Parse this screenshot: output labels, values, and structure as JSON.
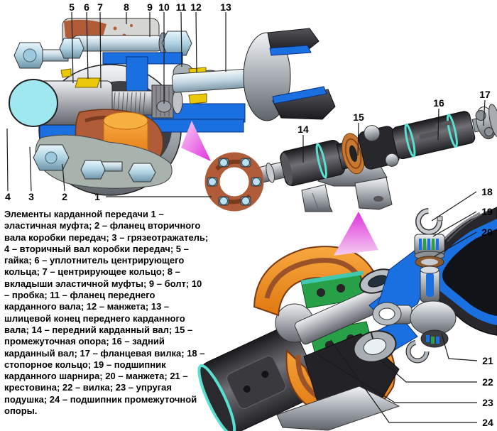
{
  "figure_caption": {
    "text": "Элементы карданной передачи 1 – эластичная муфта; 2 – фланец вторичного вала коробки передач; 3 – грязеотражатель; 4 – вторичный вал коробки передач; 5 – гайка; 6 – уплотнитель центрирующего кольца; 7 – центрирующее кольцо; 8 – вкладыши эластичной муфты; 9 – болт; 10 – пробка; 11 – фланец переднего карданного вала; 12 – манжета; 13 – шлицевой конец переднего карданного вала; 14 – передний карданный вал; 15 – промежуточная опора; 16 – задний карданный вал; 17 – фланцевая вилка; 18 – стопорное кольцо; 19 – подшипник карданного шарнира; 20 – манжета; 21 – крестовина; 22 – вилка; 23 – упругая подушка; 24 – подшипник промежуточной опоры."
  },
  "callouts": [
    {
      "n": "1"
    },
    {
      "n": "2"
    },
    {
      "n": "3"
    },
    {
      "n": "4"
    },
    {
      "n": "5"
    },
    {
      "n": "6"
    },
    {
      "n": "7"
    },
    {
      "n": "8"
    },
    {
      "n": "9"
    },
    {
      "n": "10"
    },
    {
      "n": "11"
    },
    {
      "n": "12"
    },
    {
      "n": "13"
    },
    {
      "n": "14"
    },
    {
      "n": "15"
    },
    {
      "n": "16"
    },
    {
      "n": "17"
    },
    {
      "n": "18"
    },
    {
      "n": "19"
    },
    {
      "n": "20"
    },
    {
      "n": "21"
    },
    {
      "n": "22"
    },
    {
      "n": "23"
    },
    {
      "n": "24"
    }
  ],
  "legend_parts": [
    {
      "num": "1",
      "label": "эластичная муфта"
    },
    {
      "num": "2",
      "label": "фланец вторичного вала коробки передач"
    },
    {
      "num": "3",
      "label": "грязеотражатель"
    },
    {
      "num": "4",
      "label": "вторичный вал коробки передач"
    },
    {
      "num": "5",
      "label": "гайка"
    },
    {
      "num": "6",
      "label": "уплотнитель центрирующего кольца"
    },
    {
      "num": "7",
      "label": "центрирующее кольцо"
    },
    {
      "num": "8",
      "label": "вкладыши эластичной муфты"
    },
    {
      "num": "9",
      "label": "болт"
    },
    {
      "num": "10",
      "label": "пробка"
    },
    {
      "num": "11",
      "label": "фланец переднего карданного вала"
    },
    {
      "num": "12",
      "label": "манжета"
    },
    {
      "num": "13",
      "label": "шлицевой конец переднего карданного вала"
    },
    {
      "num": "14",
      "label": "передний карданный вал"
    },
    {
      "num": "15",
      "label": "промежуточная опора"
    },
    {
      "num": "16",
      "label": "задний карданный вал"
    },
    {
      "num": "17",
      "label": "фланцевая вилка"
    },
    {
      "num": "18",
      "label": "стопорное кольцо"
    },
    {
      "num": "19",
      "label": "подшипник карданного шарнира"
    },
    {
      "num": "20",
      "label": "манжета"
    },
    {
      "num": "21",
      "label": "крестовина"
    },
    {
      "num": "22",
      "label": "вилка"
    },
    {
      "num": "23",
      "label": "упругая подушка"
    },
    {
      "num": "24",
      "label": "подшипник промежуточной опоры"
    }
  ],
  "colors": {
    "background": "#FFFFFF",
    "text": "#000000",
    "accent_blue": "#1A70E0",
    "navy_edge": "#0A3080",
    "cyan_shaft": "#A0E8F0",
    "teal_ring": "#58E0D0",
    "orange": "#F08020",
    "copper_rubber": "#B05C38",
    "yellow_seal": "#E8C808",
    "green_bearing": "#28A048",
    "magenta_beam": "#E030DE",
    "steel_gray": "#AEB4BA"
  }
}
